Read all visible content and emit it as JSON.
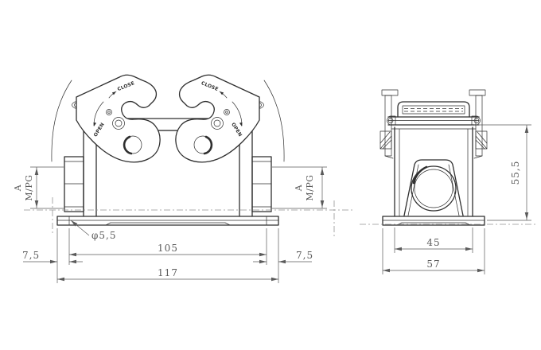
{
  "drawing": {
    "type": "engineering-drawing",
    "subject": "heavy-duty-connector-housing-two-views"
  },
  "colors": {
    "background": "#ffffff",
    "line": "#2f2f2f",
    "dimension": "#5a5a5a",
    "phantom": "#949494"
  },
  "front_view": {
    "levers": {
      "left": {
        "close": "CLOSE",
        "open": "OPEN"
      },
      "right": {
        "close": "CLOSE",
        "open": "OPEN"
      }
    },
    "threads": {
      "left": {
        "size": "A",
        "type": "M/PG"
      },
      "right": {
        "size": "A",
        "type": "M/PG"
      }
    },
    "dimensions": {
      "hole_diameter": "φ5,5",
      "hole_spacing": "105",
      "overall_width": "117",
      "left_edge_to_hole": "7,5",
      "right_edge_to_hole": "7,5"
    }
  },
  "side_view": {
    "dimensions": {
      "opening_width": "45",
      "base_width": "57",
      "height": "55,5"
    }
  }
}
